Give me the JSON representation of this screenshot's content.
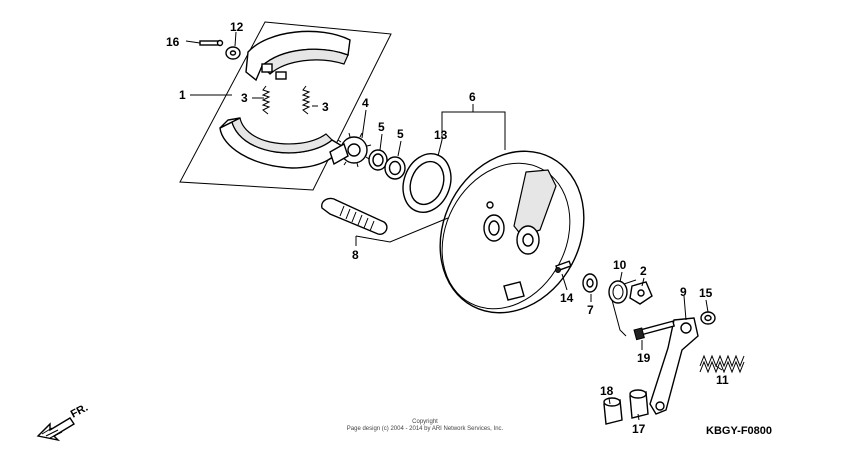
{
  "callouts": {
    "c16": "16",
    "c12": "12",
    "c1": "1",
    "c3a": "3",
    "c3b": "3",
    "c4": "4",
    "c5a": "5",
    "c5b": "5",
    "c13": "13",
    "c6": "6",
    "c8": "8",
    "c14": "14",
    "c7": "7",
    "c10": "10",
    "c2": "2",
    "c9": "9",
    "c15": "15",
    "c19": "19",
    "c11": "11",
    "c18": "18",
    "c17": "17"
  },
  "footer": {
    "copyright_line1": "Copyright",
    "copyright_line2": "Page design (c) 2004 - 2014 by ARI Network Services, Inc.",
    "diagram_code": "KBGY-F0800"
  },
  "direction_label": "FR.",
  "icons": {
    "front_arrow": "front-arrow-icon"
  }
}
